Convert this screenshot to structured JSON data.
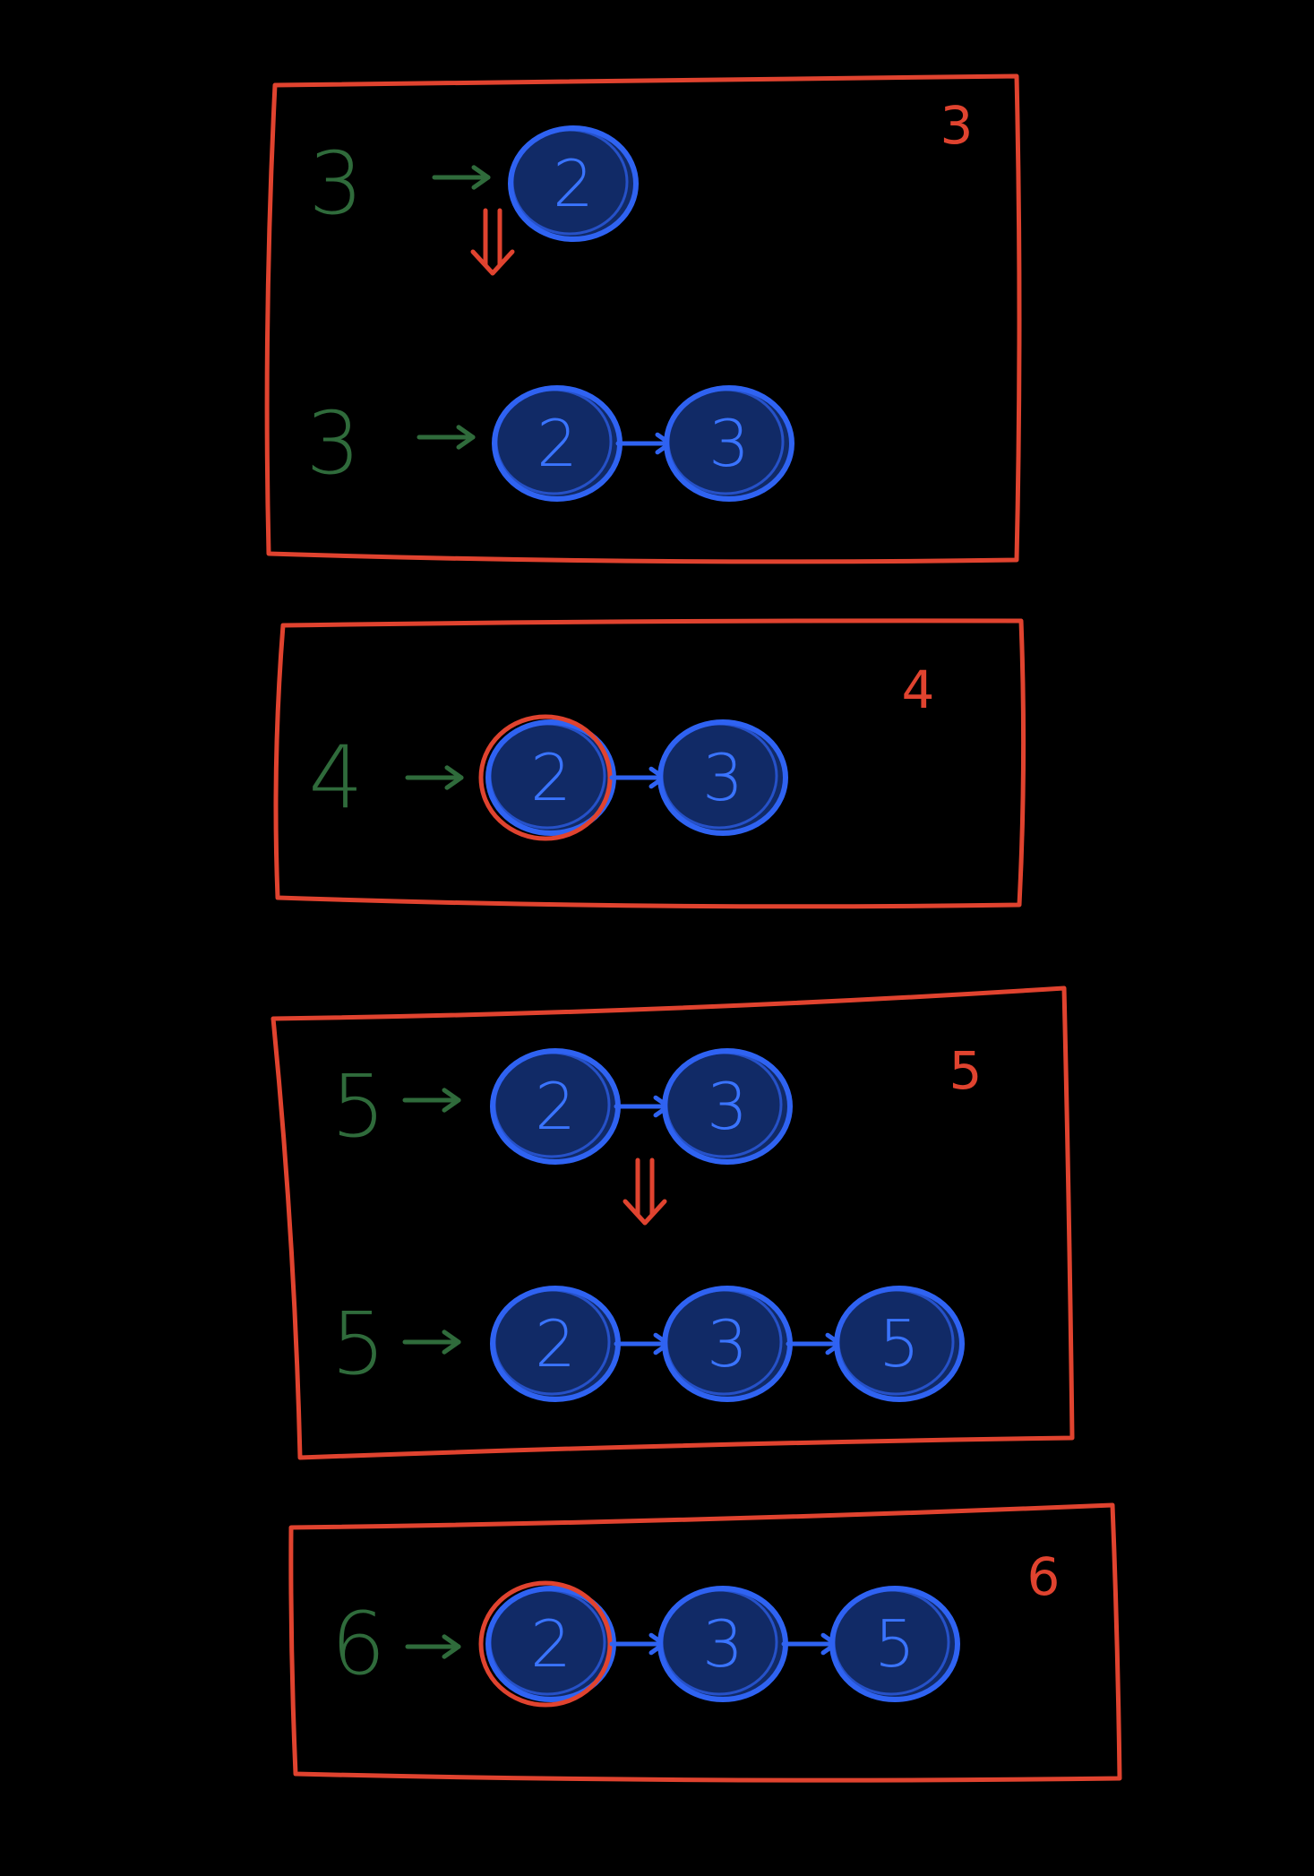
{
  "colors": {
    "background": "#000000",
    "frame": "#e0432f",
    "node_fill": "#112a66",
    "node_stroke": "#2f63f2",
    "node_text": "#3a74ff",
    "pointer_arrow": "#2f63f2",
    "input_text": "#2f6b3b",
    "input_arrow": "#2f6b3b",
    "step_arrow": "#e0432f"
  },
  "frames": [
    {
      "step_label": "3",
      "rows": [
        {
          "input": "3",
          "nodes": [
            "2"
          ],
          "highlighted": []
        },
        {
          "input": "3",
          "nodes": [
            "2",
            "3"
          ],
          "highlighted": []
        }
      ],
      "has_transition": true
    },
    {
      "step_label": "4",
      "rows": [
        {
          "input": "4",
          "nodes": [
            "2",
            "3"
          ],
          "highlighted": [
            "2"
          ]
        }
      ],
      "has_transition": false
    },
    {
      "step_label": "5",
      "rows": [
        {
          "input": "5",
          "nodes": [
            "2",
            "3"
          ],
          "highlighted": []
        },
        {
          "input": "5",
          "nodes": [
            "2",
            "3",
            "5"
          ],
          "highlighted": []
        }
      ],
      "has_transition": true
    },
    {
      "step_label": "6",
      "rows": [
        {
          "input": "6",
          "nodes": [
            "2",
            "3",
            "5"
          ],
          "highlighted": [
            "2"
          ]
        }
      ],
      "has_transition": false
    }
  ]
}
